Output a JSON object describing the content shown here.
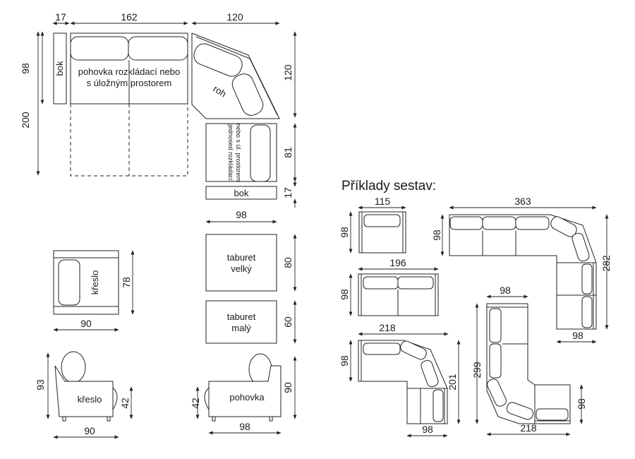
{
  "title": "Příklady sestav:",
  "labels": {
    "bok": "bok",
    "sofa_line1": "pohovka rozkládací nebo",
    "sofa_line2": "s úložným prostorem",
    "roh": "roh",
    "single_line1": "jednosed rozkládací",
    "single_line2": "nebo s úl. prostorem",
    "kreslo": "křeslo",
    "taburet_large_1": "taburet",
    "taburet_large_2": "velký",
    "taburet_small_1": "taburet",
    "taburet_small_2": "malý",
    "pohovka": "pohovka"
  },
  "dimensions": {
    "side_width": "17",
    "sofa_width": "162",
    "corner_width": "120",
    "depth": "98",
    "extended_depth": "200",
    "corner_depth": "120",
    "single_depth": "81",
    "side_depth": "17",
    "taburet_width": "98",
    "taburet_large_depth": "80",
    "taburet_small_depth": "60",
    "armchair_width": "90",
    "armchair_depth": "78",
    "armchair_height": "93",
    "armchair_seat": "42",
    "armchair_side_width": "90",
    "sofa_side_seat": "42",
    "sofa_side_height": "90",
    "sofa_side_width": "98"
  },
  "examples": {
    "chair_w": "115",
    "chair_d": "98",
    "loveseat_w": "196",
    "loveseat_d": "98",
    "corner_w": "218",
    "corner_d": "98",
    "corner_h": "201",
    "corner_foot": "98",
    "big_w": "363",
    "big_d": "98",
    "big_h": "282",
    "big_foot": "98",
    "u_top": "98",
    "u_h": "299",
    "u_w": "218",
    "u_d": "98"
  }
}
